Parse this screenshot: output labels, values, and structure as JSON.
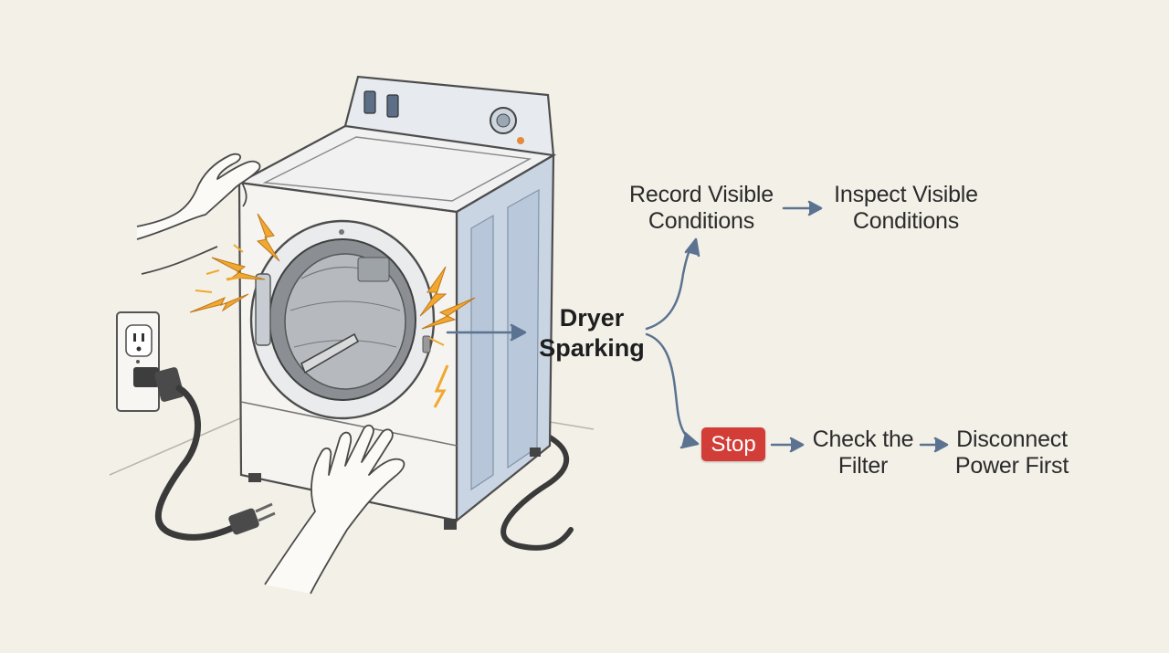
{
  "diagram": {
    "center": {
      "line1": "Dryer",
      "line2": "Sparking"
    },
    "upper_branch": [
      {
        "line1": "Record Visible",
        "line2": "Conditions"
      },
      {
        "line1": "Inspect Visible",
        "line2": "Conditions"
      }
    ],
    "lower_branch": {
      "badge": "Stop",
      "steps": [
        {
          "line1": "Check the",
          "line2": "Filter"
        },
        {
          "line1": "Disconnect",
          "line2": "Power First"
        }
      ]
    },
    "colors": {
      "background": "#f3f0e8",
      "arrow": "#5b7390",
      "stop_badge": "#d23d37",
      "spark": "#f0a830",
      "dryer_side": "#c9d5e3"
    }
  }
}
